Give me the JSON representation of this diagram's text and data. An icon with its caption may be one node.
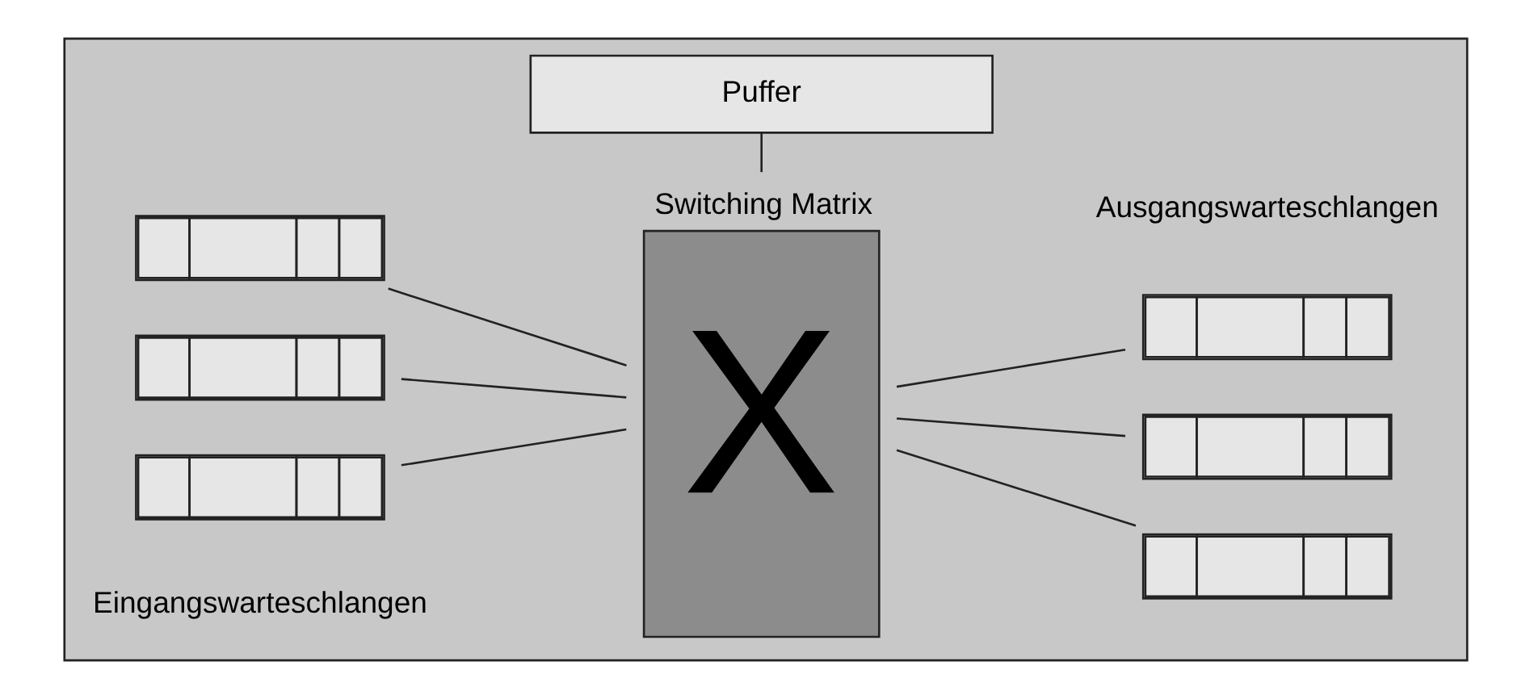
{
  "diagram": {
    "nodes": [
      {
        "text": [],
        "shape": "box"
      },
      {
        "text": [
          "Switching Matrix",
          "X"
        ],
        "in": 0
      },
      {
        "text": [],
        "shape": "box",
        "in": 0
      },
      {
        "text": [],
        "shape": "box",
        "in": 0
      },
      {
        "text": [],
        "shape": "box",
        "in": 0
      },
      {
        "text": [],
        "shape": "box",
        "in": 0
      },
      {
        "text": [],
        "shape": "box",
        "in": 0
      },
      {
        "text": [],
        "shape": "box",
        "in": 0
      },
      {
        "text": [
          "Puffer"
        ],
        "in": 0
      }
    ],
    "edges": [
      {
        "from": 2,
        "to": 1,
        "arrow": "none"
      },
      {
        "from": 3,
        "to": 1,
        "arrow": "none"
      },
      {
        "from": 4,
        "to": 1,
        "arrow": "none"
      },
      {
        "from": 1,
        "to": 5,
        "arrow": "none"
      },
      {
        "from": 1,
        "to": 6,
        "arrow": "none"
      },
      {
        "from": 1,
        "to": 7,
        "arrow": "none"
      },
      {
        "from": 1,
        "to": 8,
        "arrow": "none"
      }
    ],
    "labels": [
      "Eingangswarteschlangen",
      "Ausgangswarteschlangen"
    ]
  }
}
